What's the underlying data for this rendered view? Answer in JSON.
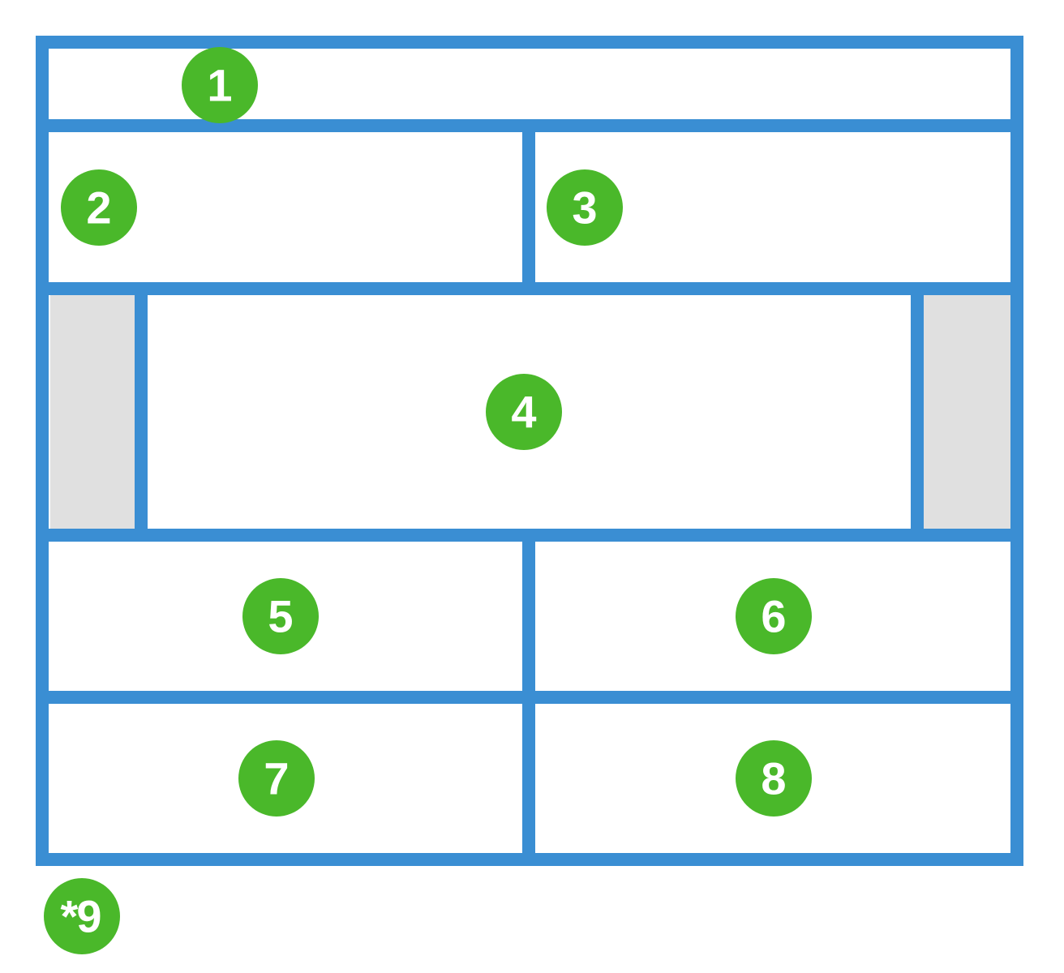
{
  "colors": {
    "border": "#3a8ed3",
    "badge": "#4ab82a",
    "badge_text": "#ffffff",
    "side_fill": "#e0e0e0",
    "background": "#ffffff"
  },
  "regions": {
    "r1": {
      "label": "1"
    },
    "r2": {
      "label": "2"
    },
    "r3": {
      "label": "3"
    },
    "r4": {
      "label": "4"
    },
    "r5": {
      "label": "5"
    },
    "r6": {
      "label": "6"
    },
    "r7": {
      "label": "7"
    },
    "r8": {
      "label": "8"
    },
    "outer": {
      "label": "*9"
    }
  }
}
